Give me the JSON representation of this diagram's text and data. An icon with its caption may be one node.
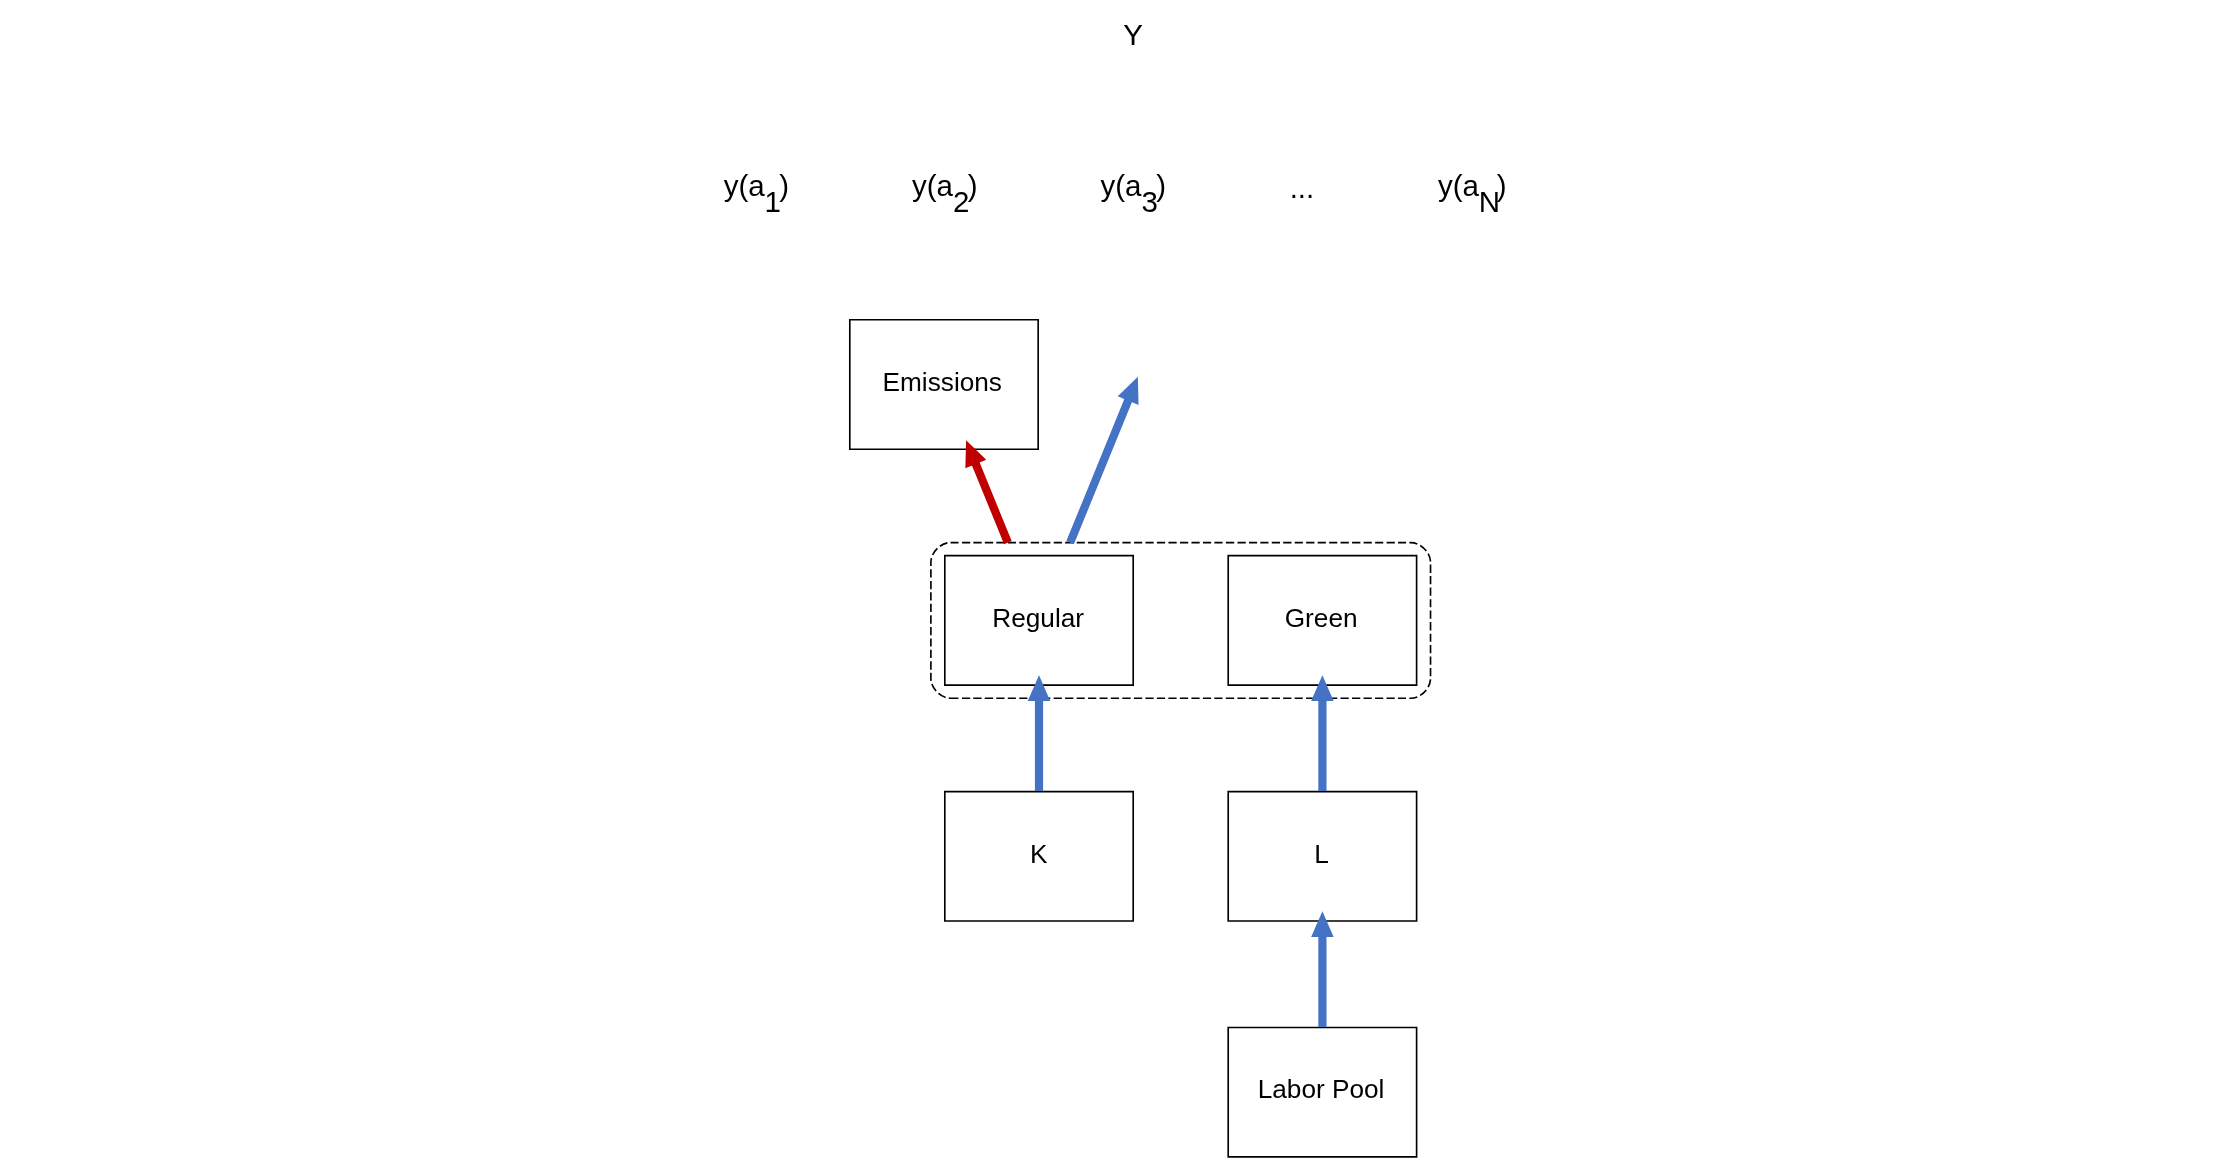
{
  "diagram": {
    "nodes": [
      {
        "text": [],
        "shape": "ellipse"
      },
      {
        "text": [
          "Emissions"
        ]
      },
      {
        "text": [
          "Regular"
        ],
        "in": 0
      },
      {
        "text": [
          "Green"
        ],
        "in": 0
      },
      {
        "text": [
          "K"
        ]
      },
      {
        "text": [
          "L"
        ]
      },
      {
        "text": [
          "Labor Pool"
        ]
      }
    ],
    "edges": [
      {
        "from": 0,
        "to": null,
        "arrow": "to"
      },
      {
        "from": 0,
        "to": 1,
        "arrow": "to",
        "color": "#c00000"
      },
      {
        "from": 4,
        "to": 2,
        "arrow": "to"
      },
      {
        "from": 5,
        "to": 3,
        "arrow": "to"
      },
      {
        "from": 6,
        "to": 5,
        "arrow": "to"
      }
    ],
    "labels": [
      "Y",
      "y(a$_{1}$)",
      "y(a$_{2}$)",
      "y(a$_{3}$)",
      "...",
      "y(a$_{N}$)"
    ]
  }
}
